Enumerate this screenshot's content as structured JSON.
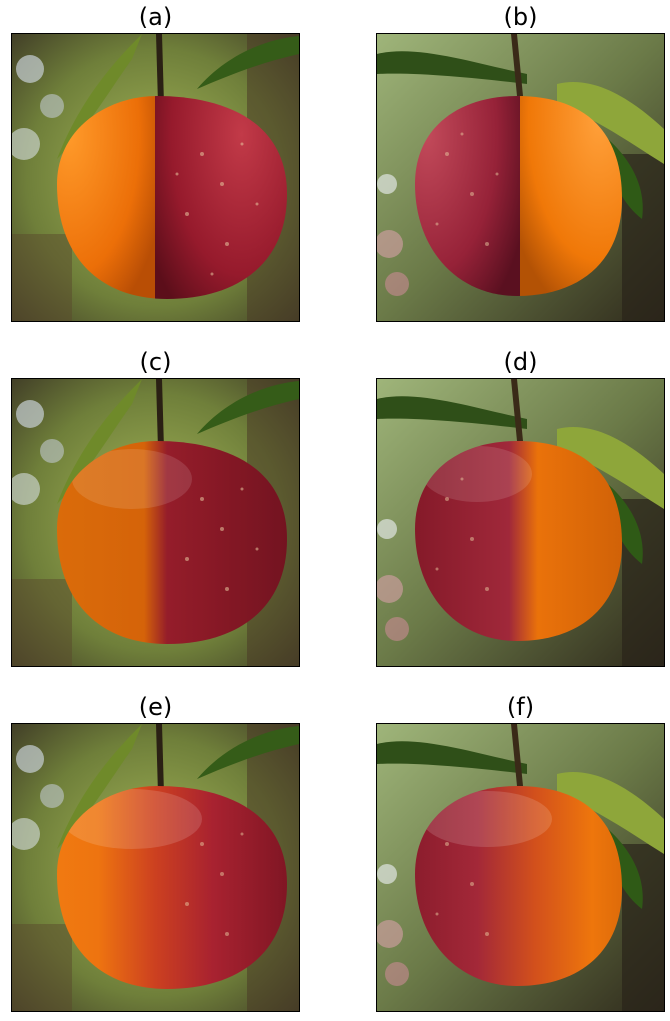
{
  "panels": [
    {
      "label": "(a)",
      "left_fruit": "orange",
      "right_fruit": "apple",
      "blend": "hard split"
    },
    {
      "label": "(b)",
      "left_fruit": "apple",
      "right_fruit": "orange",
      "blend": "hard split"
    },
    {
      "label": "(c)",
      "left_fruit": "orange",
      "right_fruit": "apple",
      "blend": "soft split"
    },
    {
      "label": "(d)",
      "left_fruit": "apple",
      "right_fruit": "orange",
      "blend": "soft split"
    },
    {
      "label": "(e)",
      "left_fruit": "orange",
      "right_fruit": "apple",
      "blend": "smooth blend"
    },
    {
      "label": "(f)",
      "left_fruit": "apple",
      "right_fruit": "orange",
      "blend": "smooth blend"
    }
  ],
  "colors": {
    "orange": "#f07a0c",
    "apple": "#9e1b2e",
    "leaf": "#3f6a1c",
    "background_green": "#8aa84a",
    "background_dark": "#3b2e1e"
  }
}
